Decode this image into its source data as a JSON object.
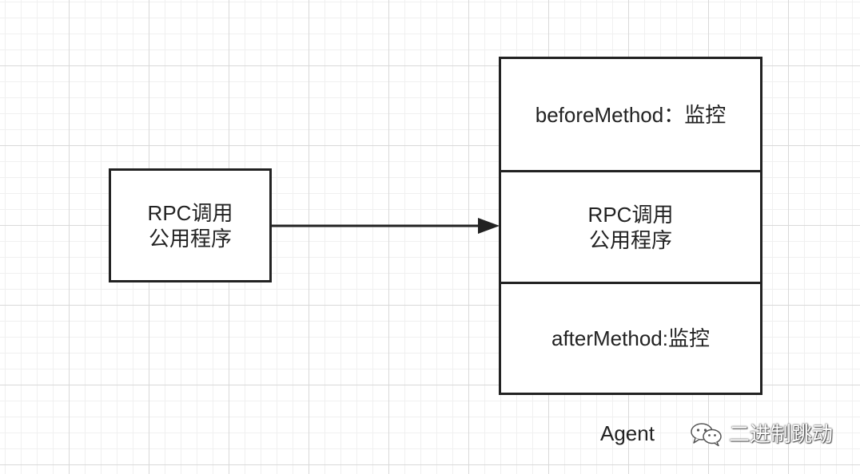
{
  "left_box": {
    "line1": "RPC调用",
    "line2": "公用程序"
  },
  "agent_box": {
    "before_label": "beforeMethod：监控",
    "rpc_line1": "RPC调用",
    "rpc_line2": "公用程序",
    "after_label": "afterMethod:监控"
  },
  "agent_caption": "Agent",
  "watermark": {
    "text": "二进制跳动",
    "icon": "wechat-icon"
  },
  "colors": {
    "stroke": "#222222",
    "grid_major": "#d9d9d9",
    "grid_minor": "#f0f0f0",
    "background": "#ffffff"
  }
}
